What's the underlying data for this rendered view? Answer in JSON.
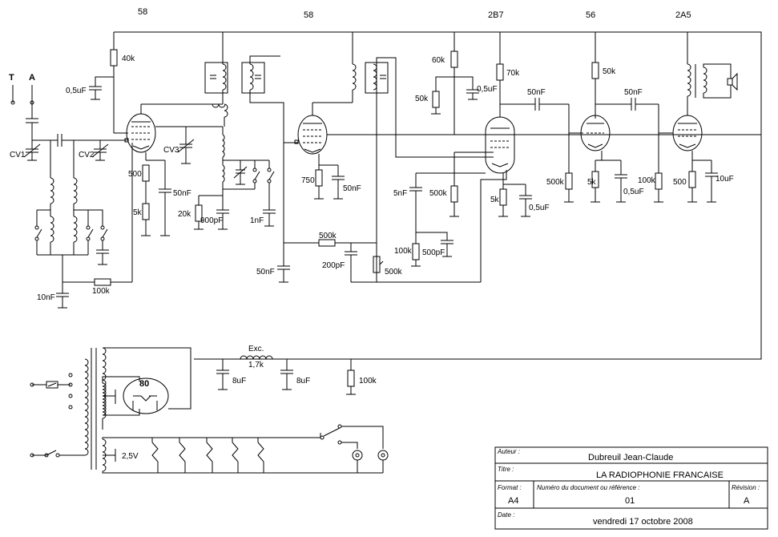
{
  "tubes": {
    "v1": "58",
    "v2": "58",
    "v3": "2B7",
    "v4": "56",
    "v5": "2A5",
    "rect": "80"
  },
  "terminals": {
    "t": "T",
    "a": "A"
  },
  "caps": {
    "cv1": "CV1",
    "cv2": "CV2",
    "cv3": "CV3",
    "c05a": "0,5uF",
    "c50nf1": "50nF",
    "c900": "900pF",
    "c1nf": "1nF",
    "c10nf": "10nF",
    "c50nf2": "50nF",
    "c50nf3": "50nF",
    "c200": "200pF",
    "c5nf": "5nF",
    "c500pf": "500pF",
    "c05b": "0,5uF",
    "c05c": "0,5uF",
    "c50nf4": "50nF",
    "c50nf5": "50nF",
    "c05d": "0,5uF",
    "c10uf": "10uF",
    "c8a": "8uF",
    "c8b": "8uF"
  },
  "resistors": {
    "r40k": "40k",
    "r500": "500",
    "r5k1": "5k",
    "r20k": "20k",
    "r100k1": "100k",
    "r750": "750",
    "r500k1": "500k",
    "r500k2": "500k",
    "r100k2": "100k",
    "r60k": "60k",
    "r50k1": "50k",
    "r70k": "70k",
    "r500k3": "500k",
    "r5k2": "5k",
    "r500k4": "500k",
    "r50k2": "50k",
    "r5k3": "5k",
    "r100k3": "100k",
    "r500b": "500",
    "r100k4": "100k"
  },
  "psu": {
    "exc": "Exc.",
    "exc_val": "1,7k",
    "heater": "2,5V"
  },
  "title_block": {
    "author_label": "Auteur :",
    "author": "Dubreuil Jean-Claude",
    "title_label": "Titre :",
    "title": "LA RADIOPHONIE FRANCAISE",
    "format_label": "Format :",
    "format": "A4",
    "docnum_label": "Numéro du document ou référence :",
    "docnum": "01",
    "rev_label": "Révision :",
    "rev": "A",
    "date_label": "Date :",
    "date": "vendredi 17 octobre 2008"
  }
}
